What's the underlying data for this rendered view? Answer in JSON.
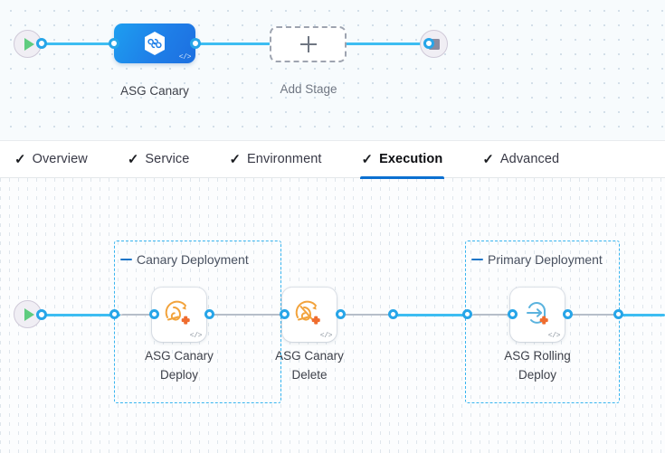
{
  "colors": {
    "accent_blue": "#3dbdf2",
    "port_blue": "#27a5e8",
    "tab_active_underline": "#0b70d1",
    "group_border": "#37b4ef",
    "stage_node_blue": "#1f7fe8",
    "start_green": "#5fcc7f",
    "stop_gray": "#8b8b9e",
    "aws_orange": "#f2a33c",
    "plus_orange": "#ef6c2e",
    "rolling_blue": "#5bb3de"
  },
  "stage_canvas": {
    "start_node": {
      "icon": "play-icon",
      "label": ""
    },
    "end_node": {
      "icon": "stop-icon",
      "label": ""
    },
    "stages": [
      {
        "name": "ASG Canary",
        "icon": "harness-hexagon-infinity-icon",
        "badge": "</>"
      }
    ],
    "add_stage": {
      "label": "Add Stage",
      "icon": "plus-icon"
    }
  },
  "tabs": [
    {
      "label": "Overview",
      "icon": "check-icon",
      "active": false
    },
    {
      "label": "Service",
      "icon": "check-icon",
      "active": false
    },
    {
      "label": "Environment",
      "icon": "check-icon",
      "active": false
    },
    {
      "label": "Execution",
      "icon": "check-icon",
      "active": true
    },
    {
      "label": "Advanced",
      "icon": "check-icon",
      "active": false
    }
  ],
  "execution_canvas": {
    "start_node": {
      "icon": "play-icon"
    },
    "groups": [
      {
        "title": "Canary Deployment",
        "collapse_icon": "minus-icon",
        "steps": [
          {
            "name": "ASG Canary\nDeploy",
            "icon": "asg-canary-deploy-icon",
            "badge": "</>"
          },
          {
            "name": "ASG Canary\nDelete",
            "icon": "asg-canary-delete-icon",
            "badge": "</>"
          }
        ]
      },
      {
        "title": "Primary Deployment",
        "collapse_icon": "minus-icon",
        "steps": [
          {
            "name": "ASG Rolling\nDeploy",
            "icon": "asg-rolling-deploy-icon",
            "badge": "</>"
          }
        ]
      }
    ]
  }
}
